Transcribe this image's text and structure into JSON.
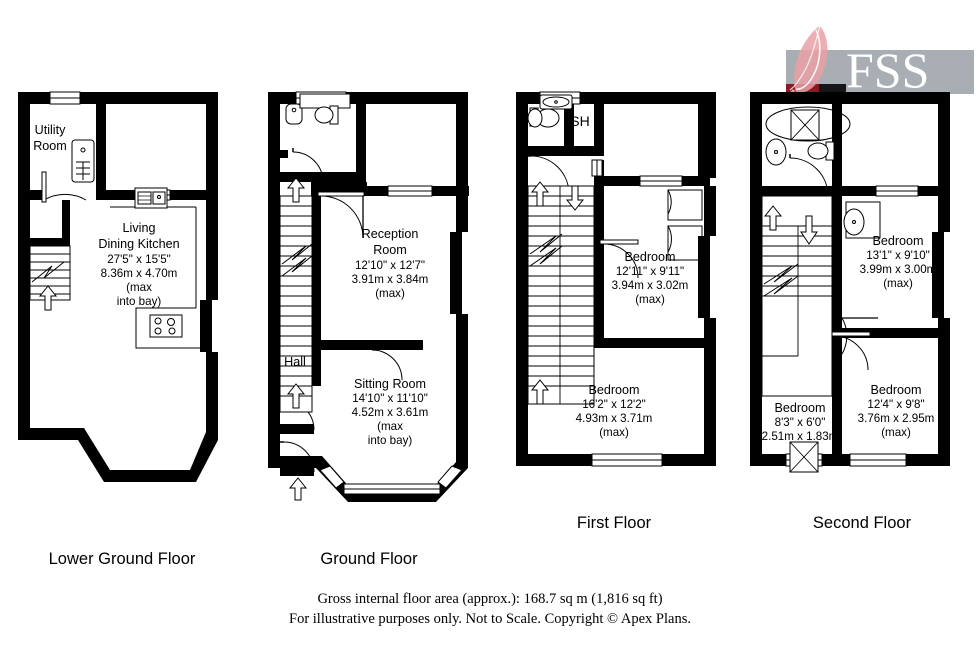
{
  "document": {
    "type": "floor-plan",
    "logo_text": "FSS",
    "logo_icon": "feather-quill-icon"
  },
  "footer": {
    "line1": "Gross internal floor area (approx.): 168.7 sq m (1,816 sq ft)",
    "line2": "For illustrative purposes only. Not to Scale. Copyright © Apex Plans."
  },
  "floors": [
    {
      "id": "lower-ground",
      "title": "Lower Ground Floor",
      "rooms": [
        {
          "name_line1": "Utility",
          "name_line2": "Room",
          "dims_imperial": "",
          "dims_metric": "",
          "note1": "",
          "note2": ""
        },
        {
          "name_line1": "Living",
          "name_line2": "Dining Kitchen",
          "dims_imperial": "27'5\" x 15'5\"",
          "dims_metric": "8.36m x 4.70m",
          "note1": "(max",
          "note2": "into bay)"
        }
      ]
    },
    {
      "id": "ground",
      "title": "Ground Floor",
      "rooms": [
        {
          "name_line1": "Reception",
          "name_line2": "Room",
          "dims_imperial": "12'10\" x 12'7\"",
          "dims_metric": "3.91m x 3.84m",
          "note1": "(max)",
          "note2": ""
        },
        {
          "name_line1": "Sitting Room",
          "name_line2": "",
          "dims_imperial": "14'10\" x 11'10\"",
          "dims_metric": "4.52m x 3.61m",
          "note1": "(max",
          "note2": "into bay)"
        },
        {
          "name_line1": "Hall",
          "name_line2": "",
          "dims_imperial": "",
          "dims_metric": "",
          "note1": "",
          "note2": ""
        }
      ]
    },
    {
      "id": "first",
      "title": "First Floor",
      "shower_label": "SH",
      "rooms": [
        {
          "name_line1": "Bedroom",
          "name_line2": "",
          "dims_imperial": "12'11\" x 9'11\"",
          "dims_metric": "3.94m x 3.02m",
          "note1": "(max)",
          "note2": ""
        },
        {
          "name_line1": "Bedroom",
          "name_line2": "",
          "dims_imperial": "16'2\" x 12'2\"",
          "dims_metric": "4.93m x 3.71m",
          "note1": "(max)",
          "note2": ""
        }
      ]
    },
    {
      "id": "second",
      "title": "Second Floor",
      "rooms": [
        {
          "name_line1": "Bedroom",
          "name_line2": "",
          "dims_imperial": "13'1\" x 9'10\"",
          "dims_metric": "3.99m x 3.00m",
          "note1": "(max)",
          "note2": ""
        },
        {
          "name_line1": "Bedroom",
          "name_line2": "",
          "dims_imperial": "12'4\" x 9'8\"",
          "dims_metric": "3.76m x 2.95m",
          "note1": "(max)",
          "note2": ""
        },
        {
          "name_line1": "Bedroom",
          "name_line2": "",
          "dims_imperial": "8'3\" x 6'0\"",
          "dims_metric": "2.51m x 1.83m",
          "note1": "",
          "note2": ""
        }
      ]
    }
  ],
  "colors": {
    "wall": "#000000",
    "background": "#ffffff",
    "logo_banner": "#a8aeb4",
    "logo_feather": "#e8a0a4",
    "logo_accent": "#8c1a22"
  }
}
